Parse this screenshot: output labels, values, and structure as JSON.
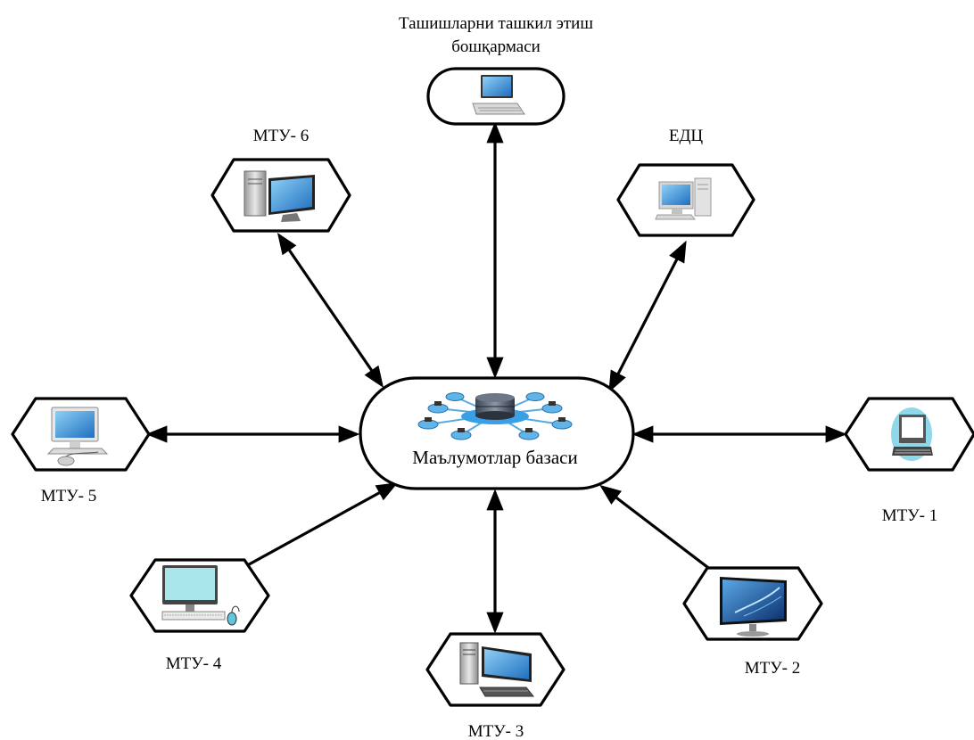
{
  "hub": {
    "label": "Маълумотлар базаси",
    "icon": "database-network-icon"
  },
  "nodes": {
    "top": {
      "label_line1": "Ташишларни ташкил этиш",
      "label_line2": "бошқармаси",
      "icon": "desktop-computer-icon"
    },
    "edc": {
      "label": "ЕДЦ",
      "icon": "desktop-computer-icon"
    },
    "mtu1": {
      "label": "МТУ- 1",
      "icon": "desktop-computer-icon"
    },
    "mtu2": {
      "label": "МТУ- 2",
      "icon": "monitor-icon"
    },
    "mtu3": {
      "label": "МТУ- 3",
      "icon": "desktop-computer-icon"
    },
    "mtu4": {
      "label": "МТУ- 4",
      "icon": "desktop-computer-icon"
    },
    "mtu5": {
      "label": "МТУ- 5",
      "icon": "desktop-computer-icon"
    },
    "mtu6": {
      "label": "МТУ- 6",
      "icon": "desktop-computer-icon"
    }
  },
  "colors": {
    "line": "#000000",
    "screen": "#1e73be",
    "screen_light": "#7fc6f2",
    "case": "#c8c8c8"
  }
}
